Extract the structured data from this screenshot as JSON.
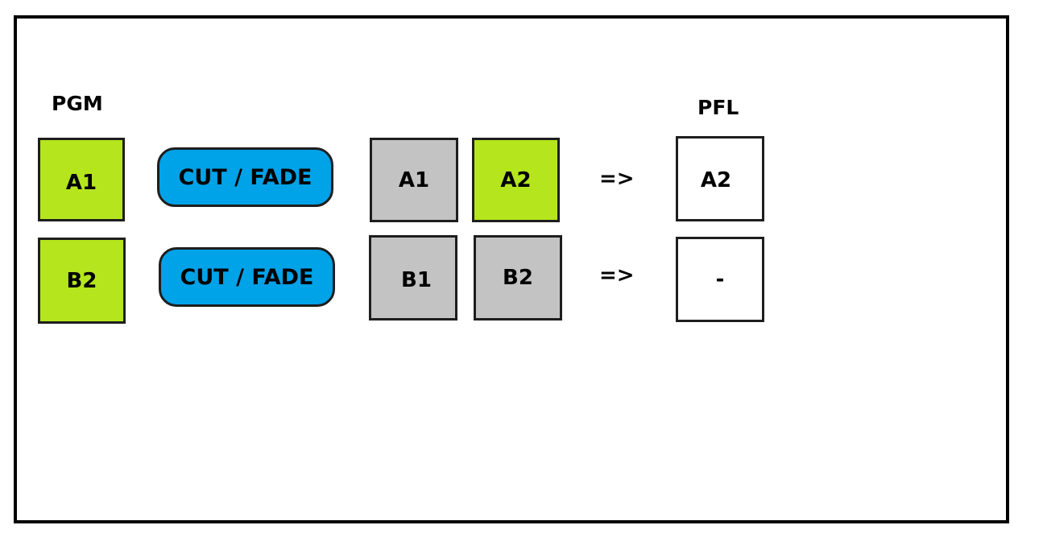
{
  "colors": {
    "active": "#b5e61d",
    "inactive": "#c3c3c3",
    "button": "#00a2e8",
    "empty": "#ffffff"
  },
  "labels": {
    "pgm": "PGM",
    "pfl": "PFL"
  },
  "rows": [
    {
      "pgm": "A1",
      "button": "CUT / FADE",
      "source_1": "A1",
      "source_2": "A2",
      "arrow": "=>",
      "pfl": "A2"
    },
    {
      "pgm": "B2",
      "button": "CUT / FADE",
      "source_1": "B1",
      "source_2": "B2",
      "arrow": "=>",
      "pfl": "-"
    }
  ]
}
